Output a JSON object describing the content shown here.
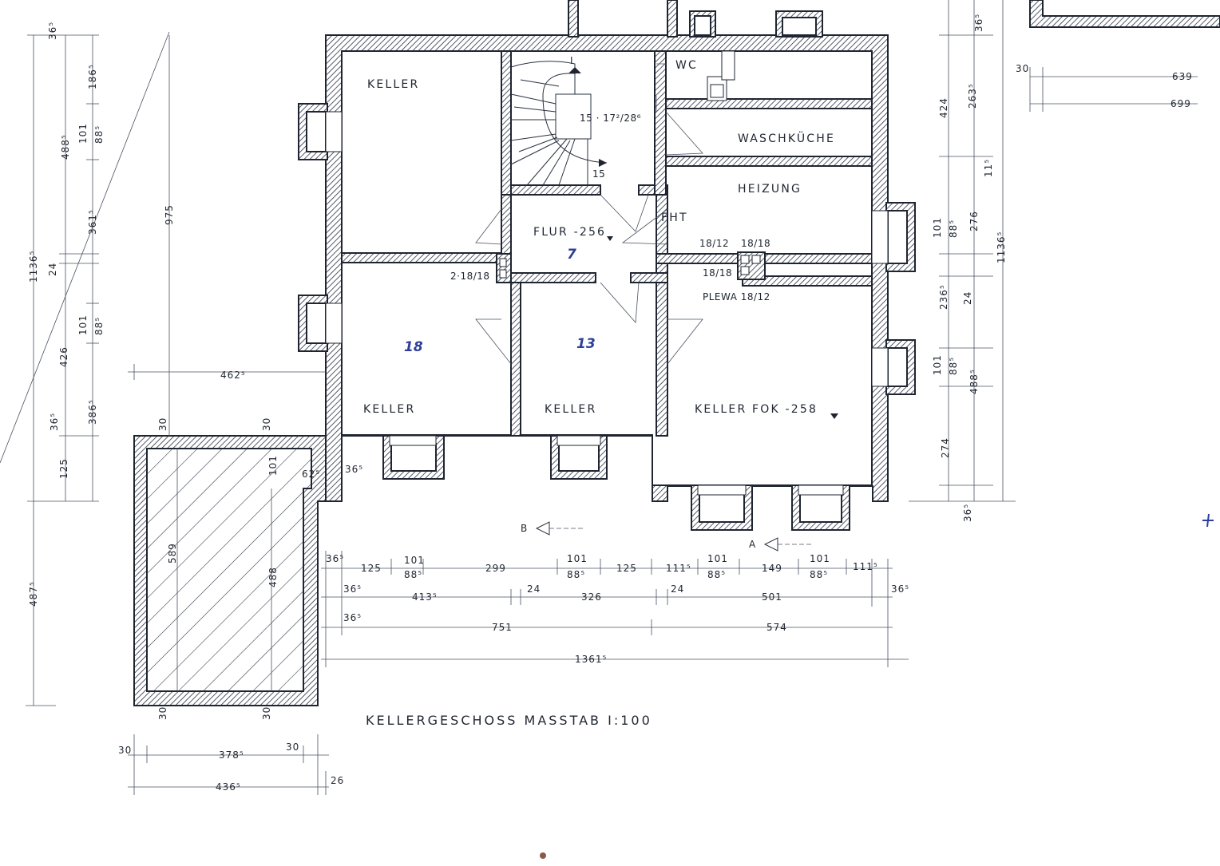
{
  "plan": {
    "title": "KELLERGESCHOSS  MASSTAB  I:100",
    "rooms": {
      "keller_nw": "KELLER",
      "wc": "WC",
      "waschkueche": "WASCHKÜCHE",
      "heizung": "HEIZUNG",
      "fht": "FHT",
      "flur": "FLUR -256",
      "keller_sw": "KELLER",
      "keller_mid": "KELLER",
      "keller_se": "KELLER  FOK -258"
    },
    "handwritten": {
      "flur": "7",
      "sw": "18",
      "mid": "13"
    },
    "notes": {
      "stair": "15 · 17²/28⁶",
      "stair_steps": "15",
      "stair_mark": "I",
      "chimney_1": "18/12",
      "chimney_2": "18/18",
      "chimney_3": "18/18",
      "chimney_label": "2·18/18",
      "plewa": "PLEWA 18/12",
      "section_a": "A",
      "section_b": "B"
    },
    "dims_bottom": {
      "row1": [
        "36⁵",
        "125",
        "101",
        "88⁵",
        "299",
        "101",
        "88⁵",
        "125",
        "111⁵",
        "101",
        "88⁵",
        "149",
        "101",
        "88⁵",
        "111⁵"
      ],
      "row2": [
        "36⁵",
        "413⁵",
        "24",
        "326",
        "24",
        "501",
        "36⁵"
      ],
      "row3": [
        "36⁵",
        "751",
        "574"
      ],
      "row4": [
        "1361⁵"
      ]
    },
    "dims_left": [
      "36⁵",
      "186⁵",
      "101",
      "88⁵",
      "488⁵",
      "361⁵",
      "975",
      "1136⁵",
      "24",
      "101",
      "88⁵",
      "426",
      "386⁵",
      "36⁵",
      "125",
      "487⁵",
      "462⁵"
    ],
    "dims_right": [
      "36⁵",
      "424",
      "263⁵",
      "11⁵",
      "276",
      "101",
      "88⁵",
      "1136⁵",
      "236⁵",
      "24",
      "101",
      "88⁵",
      "488⁵",
      "274",
      "36⁵"
    ],
    "dims_topright": [
      "30",
      "639",
      "699"
    ],
    "dims_annex": [
      "30",
      "30",
      "30",
      "30",
      "589",
      "488",
      "101",
      "62⁵",
      "36⁵"
    ],
    "dims_annex_bottom": [
      "30",
      "378⁵",
      "30",
      "436⁵",
      "26"
    ]
  }
}
